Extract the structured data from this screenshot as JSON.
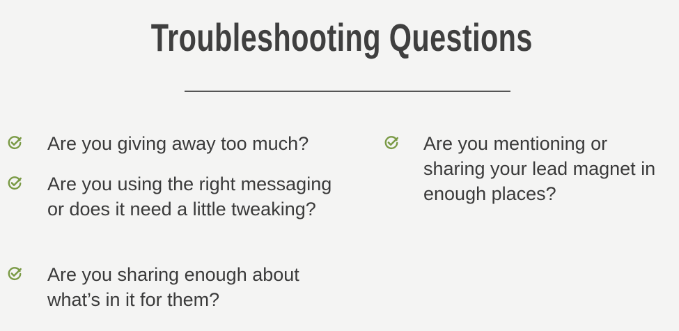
{
  "slide": {
    "title": "Troubleshooting Questions",
    "accent_color": "#7a9a45",
    "text_color": "#3a3a3a",
    "background_color": "#f4f4f3"
  },
  "bullets": {
    "left": [
      {
        "text": "Are you giving away too much?",
        "icon": "check-circle-icon"
      },
      {
        "text": "Are you using the right messaging or does it need a little tweaking?",
        "icon": "check-circle-icon"
      },
      {
        "text": "Are you sharing enough about what’s in it for them?",
        "icon": "check-circle-icon"
      }
    ],
    "right": [
      {
        "text": "Are you mentioning or sharing your lead magnet in enough places?",
        "icon": "check-circle-icon"
      }
    ]
  }
}
